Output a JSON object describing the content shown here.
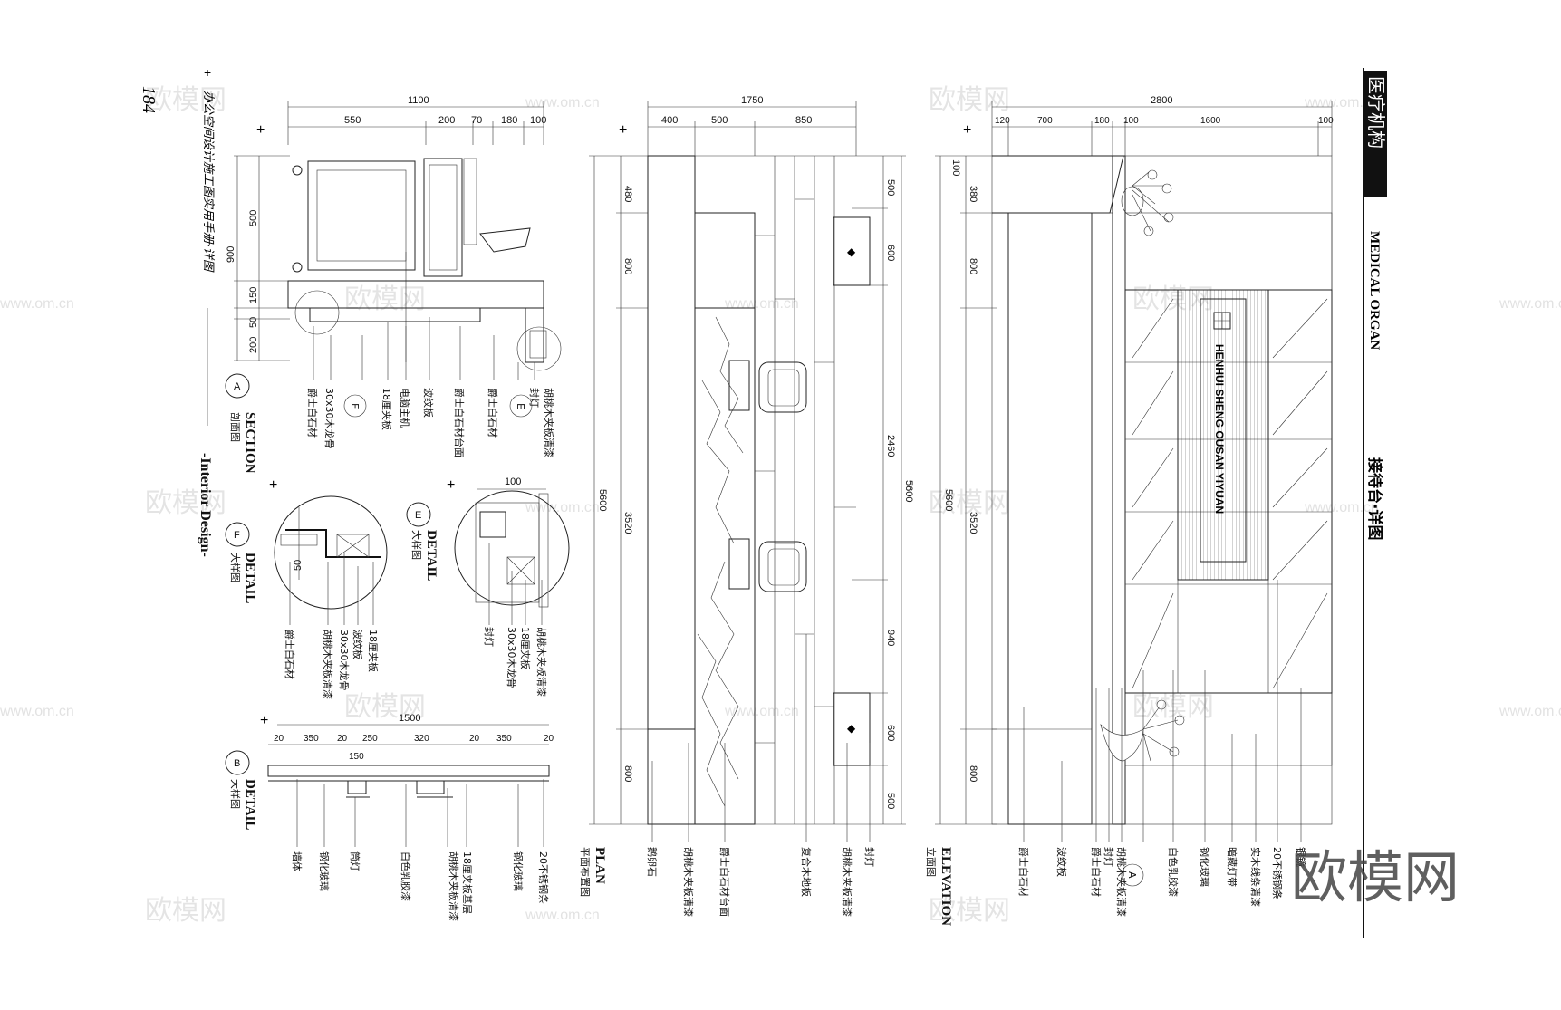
{
  "page": {
    "number": "184",
    "book_caption": "办公空间设计施工图实用手册·详图",
    "chapter": "-Interior Design-",
    "category_en": "MEDICAL ORGAN",
    "category_cn": "医疗机构",
    "sheet_title": "接待台·详图",
    "watermark": "欧模网",
    "watermark_url": "www.om.cn"
  },
  "views": {
    "section": {
      "en": "SECTION",
      "cn": "剖面图",
      "tag": "A"
    },
    "detail_f": {
      "en": "DETAIL",
      "cn": "大样图",
      "tag": "F"
    },
    "detail_e": {
      "en": "DETAIL",
      "cn": "大样图",
      "tag": "E"
    },
    "detail_b": {
      "en": "DETAIL",
      "cn": "大样图",
      "tag": "B"
    },
    "plan": {
      "en": "PLAN",
      "cn": "平面布置图"
    },
    "elevation": {
      "en": "ELEVATION",
      "cn": "立面图"
    }
  },
  "dims": {
    "section_top": [
      "1100",
      "550",
      "200",
      "70",
      "180",
      "100"
    ],
    "section_side": [
      "900",
      "500",
      "150",
      "50",
      "200"
    ],
    "plan_top": [
      "1750",
      "400",
      "500",
      "850"
    ],
    "plan_left": [
      "480",
      "800",
      "3520",
      "800",
      "5600"
    ],
    "plan_right": [
      "500",
      "600",
      "2460",
      "940",
      "600",
      "500",
      "5600"
    ],
    "elev_top": [
      "2800",
      "120",
      "700",
      "180",
      "100",
      "1600",
      "100"
    ],
    "elev_left": [
      "100",
      "380",
      "800",
      "3520",
      "800",
      "5600"
    ],
    "detail_b_top": [
      "1500",
      "20",
      "350",
      "20",
      "250",
      "320",
      "20",
      "350",
      "20",
      "150"
    ],
    "detail_e_top": "100",
    "detail_f_side": "50"
  },
  "labels": {
    "section": [
      "胡桃木夹板清漆",
      "封灯",
      "爵士白石材",
      "E",
      "爵士白石材台面",
      "波纹板",
      "电脑主机",
      "18厘夹板",
      "F",
      "30x30木龙骨",
      "爵士白石材"
    ],
    "detail_f": [
      "18厘夹板",
      "波纹板",
      "30x30木龙骨",
      "胡桃木夹板清漆",
      "爵士白石材"
    ],
    "detail_e": [
      "胡桃木夹板清漆",
      "18厘夹板",
      "30x30木龙骨",
      "封灯"
    ],
    "detail_b": [
      "20不锈钢条",
      "钢化玻璃",
      "18厘夹板基层",
      "胡桃木夹板清漆",
      "白色乳胶漆",
      "筒灯",
      "钢化玻璃",
      "墙体"
    ],
    "plan": [
      "鹅卵石",
      "胡桃木夹板清漆",
      "爵士白石材台面",
      "复合木地板",
      "胡桃木夹板清漆",
      "封灯"
    ],
    "elevation": [
      "爵士白石材",
      "波纹板",
      "爵士白石材",
      "封灯",
      "胡桃木夹板清漆",
      "A",
      "白色乳胶漆",
      "钢化玻璃",
      "暗藏灯带",
      "实木线条清漆",
      "20不锈钢条",
      "银镜"
    ],
    "logo_text": "HENHUI SHENG OUSAN YIYUAN"
  }
}
